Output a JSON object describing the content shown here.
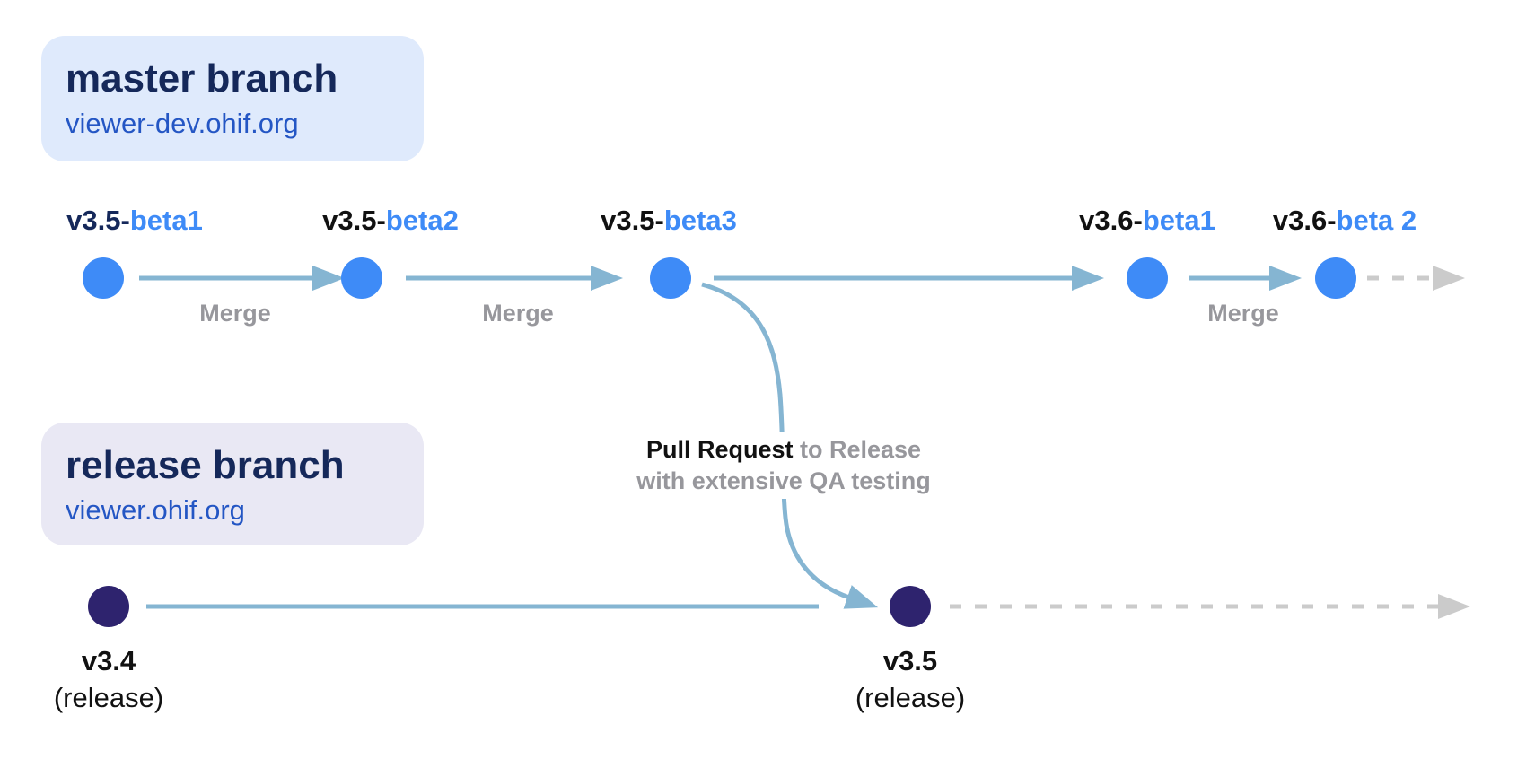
{
  "colors": {
    "background": "#ffffff",
    "master_badge_bg": "#dfeafc",
    "release_badge_bg": "#e9e8f4",
    "heading_navy": "#15285a",
    "url_blue": "#2456c4",
    "beta_blue": "#3e8bf7",
    "commit_dot_blue": "#3e8bf7",
    "release_dot_purple": "#2e236e",
    "arrow_steel_blue": "#85b5d2",
    "dashed_gray": "#cbcbcb",
    "label_dark": "#111111",
    "muted_gray": "#97979c"
  },
  "branches": {
    "master": {
      "title": "master branch",
      "url": "viewer-dev.ohif.org"
    },
    "release": {
      "title": "release branch",
      "url": "viewer.ohif.org"
    }
  },
  "master_commits": [
    {
      "prefix": "v3.5-",
      "suffix": "beta1"
    },
    {
      "prefix": "v3.5-",
      "suffix": "beta2"
    },
    {
      "prefix": "v3.5-",
      "suffix": "beta3"
    },
    {
      "prefix": "v3.6-",
      "suffix": "beta1"
    },
    {
      "prefix": "v3.6-",
      "suffix": "beta 2"
    }
  ],
  "merge_label": "Merge",
  "pull_request_note": {
    "bold": "Pull Request",
    "rest": " to Release",
    "line2": "with extensive QA testing"
  },
  "release_commits": [
    {
      "version": "v3.4",
      "tag": "(release)"
    },
    {
      "version": "v3.5",
      "tag": "(release)"
    }
  ]
}
